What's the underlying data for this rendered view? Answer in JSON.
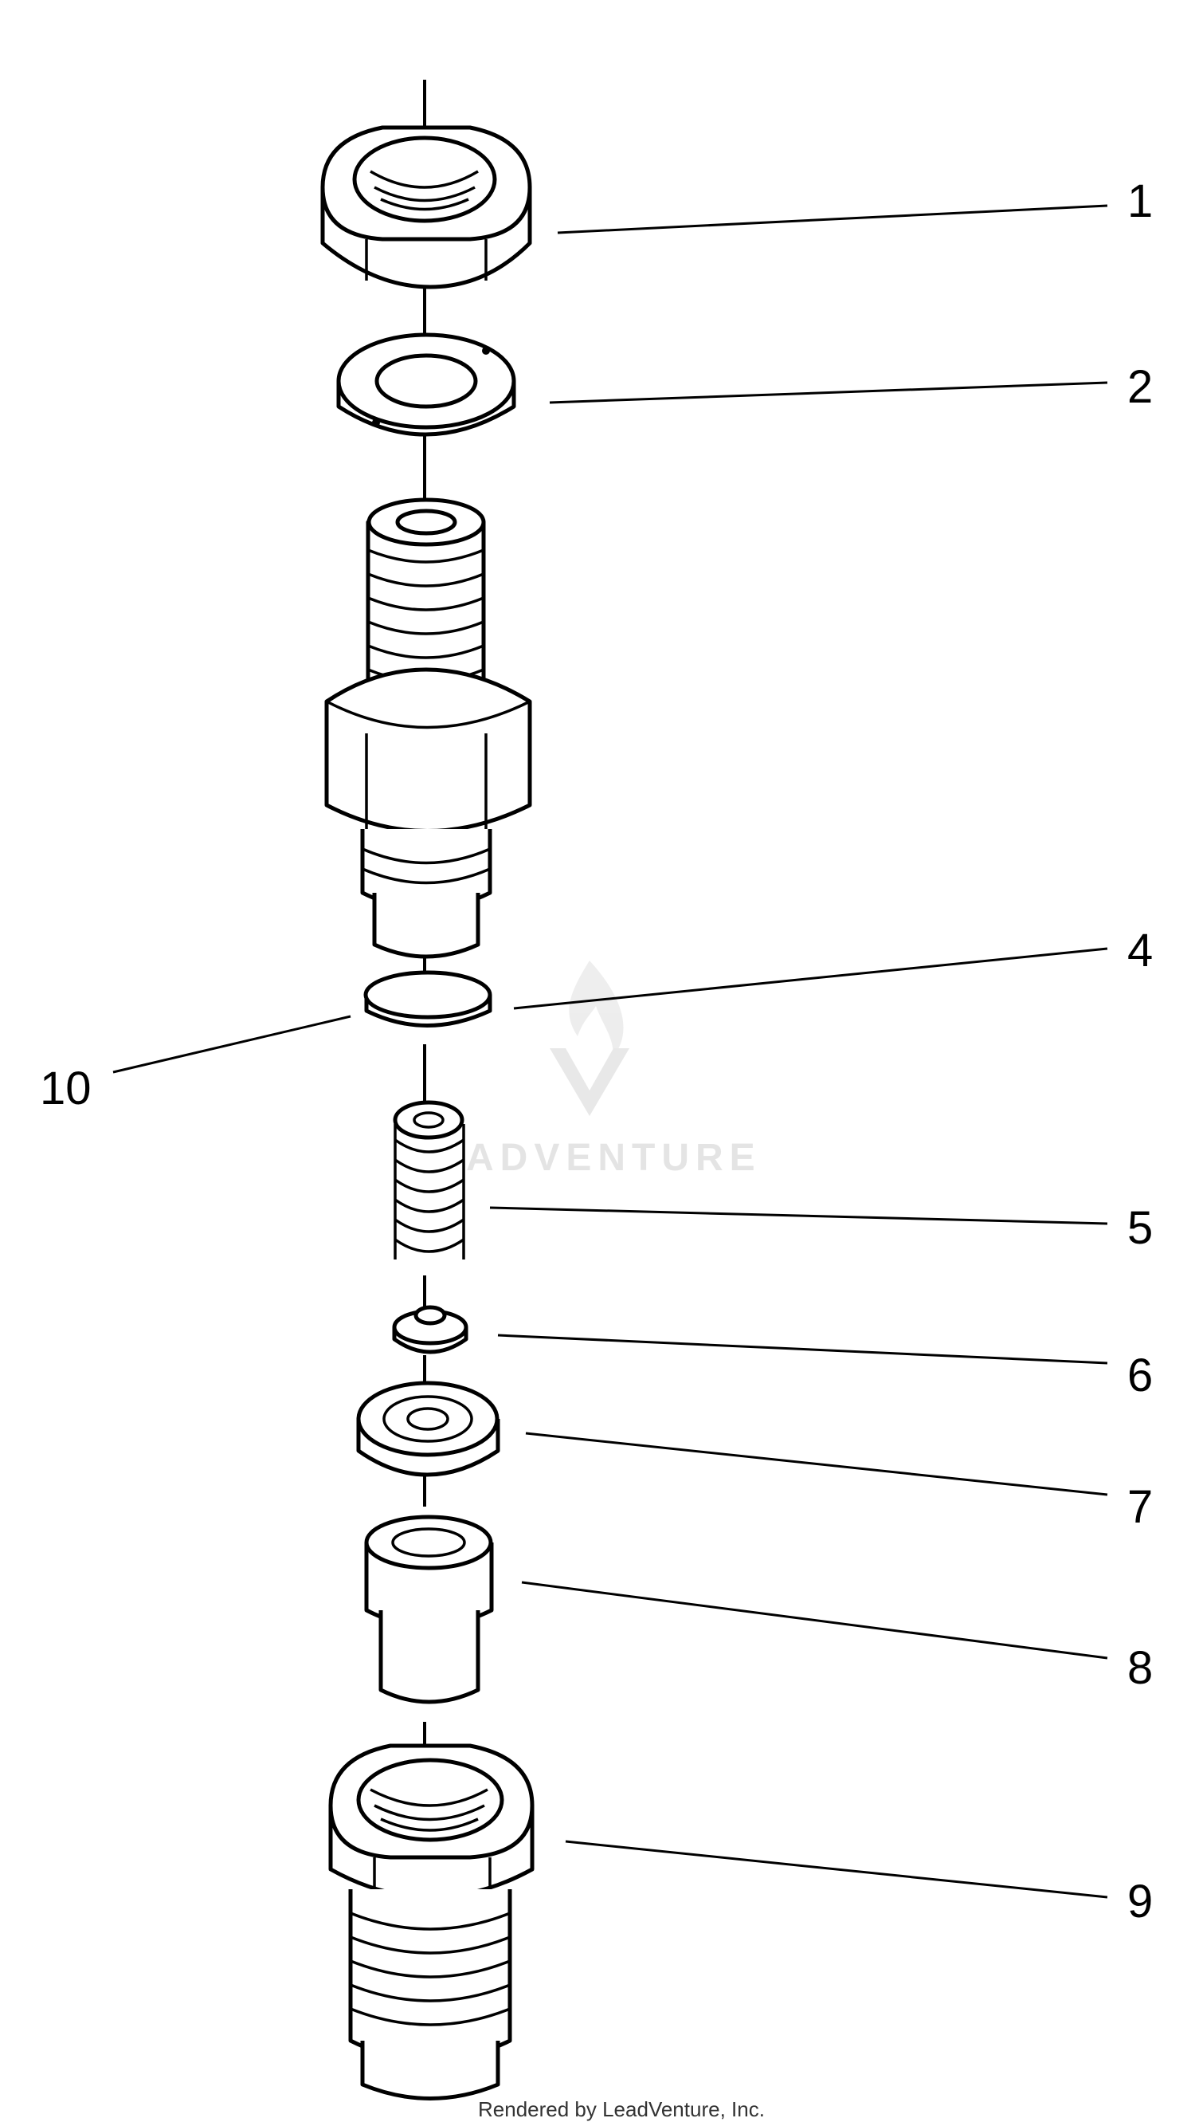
{
  "callouts": {
    "c1": "1",
    "c2": "2",
    "c4": "4",
    "c10": "10",
    "c5": "5",
    "c6": "6",
    "c7": "7",
    "c8": "8",
    "c9": "9"
  },
  "watermark": {
    "text": "ADVENTURE"
  },
  "credit": {
    "text": "Rendered by LeadVenture, Inc."
  }
}
